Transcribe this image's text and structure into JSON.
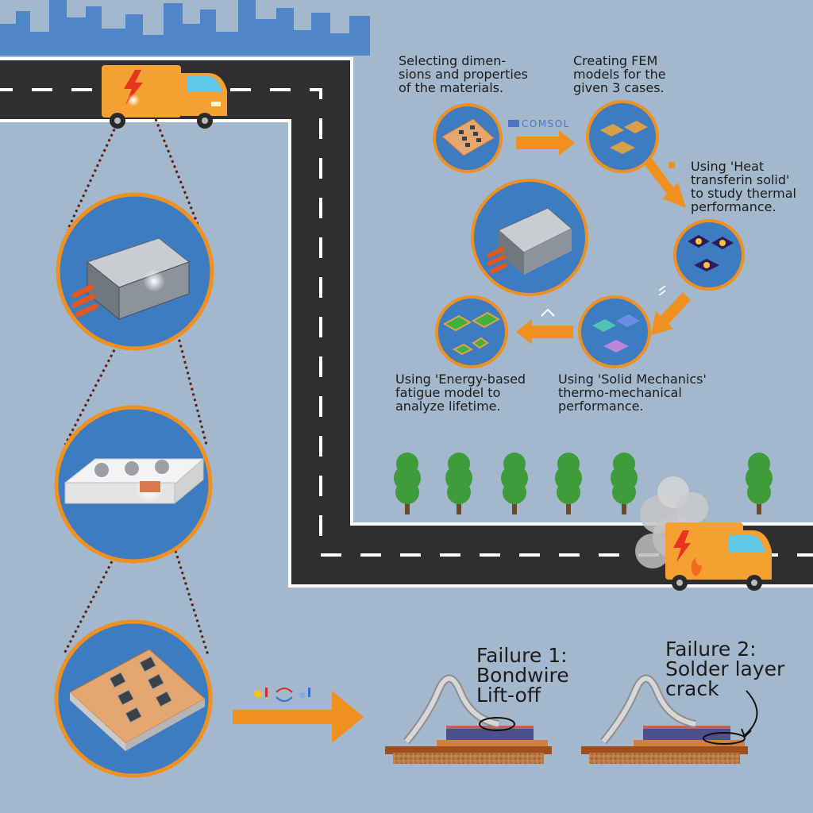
{
  "workflow": {
    "step1": "Selecting dimen-\nsions and properties\nof the materials.",
    "step2": "Creating FEM\nmodels for the\ngiven 3 cases.",
    "step3": "Using 'Heat\ntransferin solid'\nto study thermal\nperformance.",
    "step4": "Using  'Solid Mechanics'\nthermo-mechanical\nperformance.",
    "step5": "Using 'Energy-based\nfatigue model to\nanalyze lifetime."
  },
  "software_logo": "COMSOL",
  "failures": {
    "failure1": "Failure 1:\nBondwire\nLift-off",
    "failure2": "Failure 2:\nSolder layer\ncrack"
  },
  "colors": {
    "background": "#a3b7cd",
    "road": "#2f2f31",
    "accent_orange": "#f0901e",
    "circle_fill": "#3e7cc2",
    "city": "#4f86c8",
    "tree": "#3f9c3a"
  }
}
